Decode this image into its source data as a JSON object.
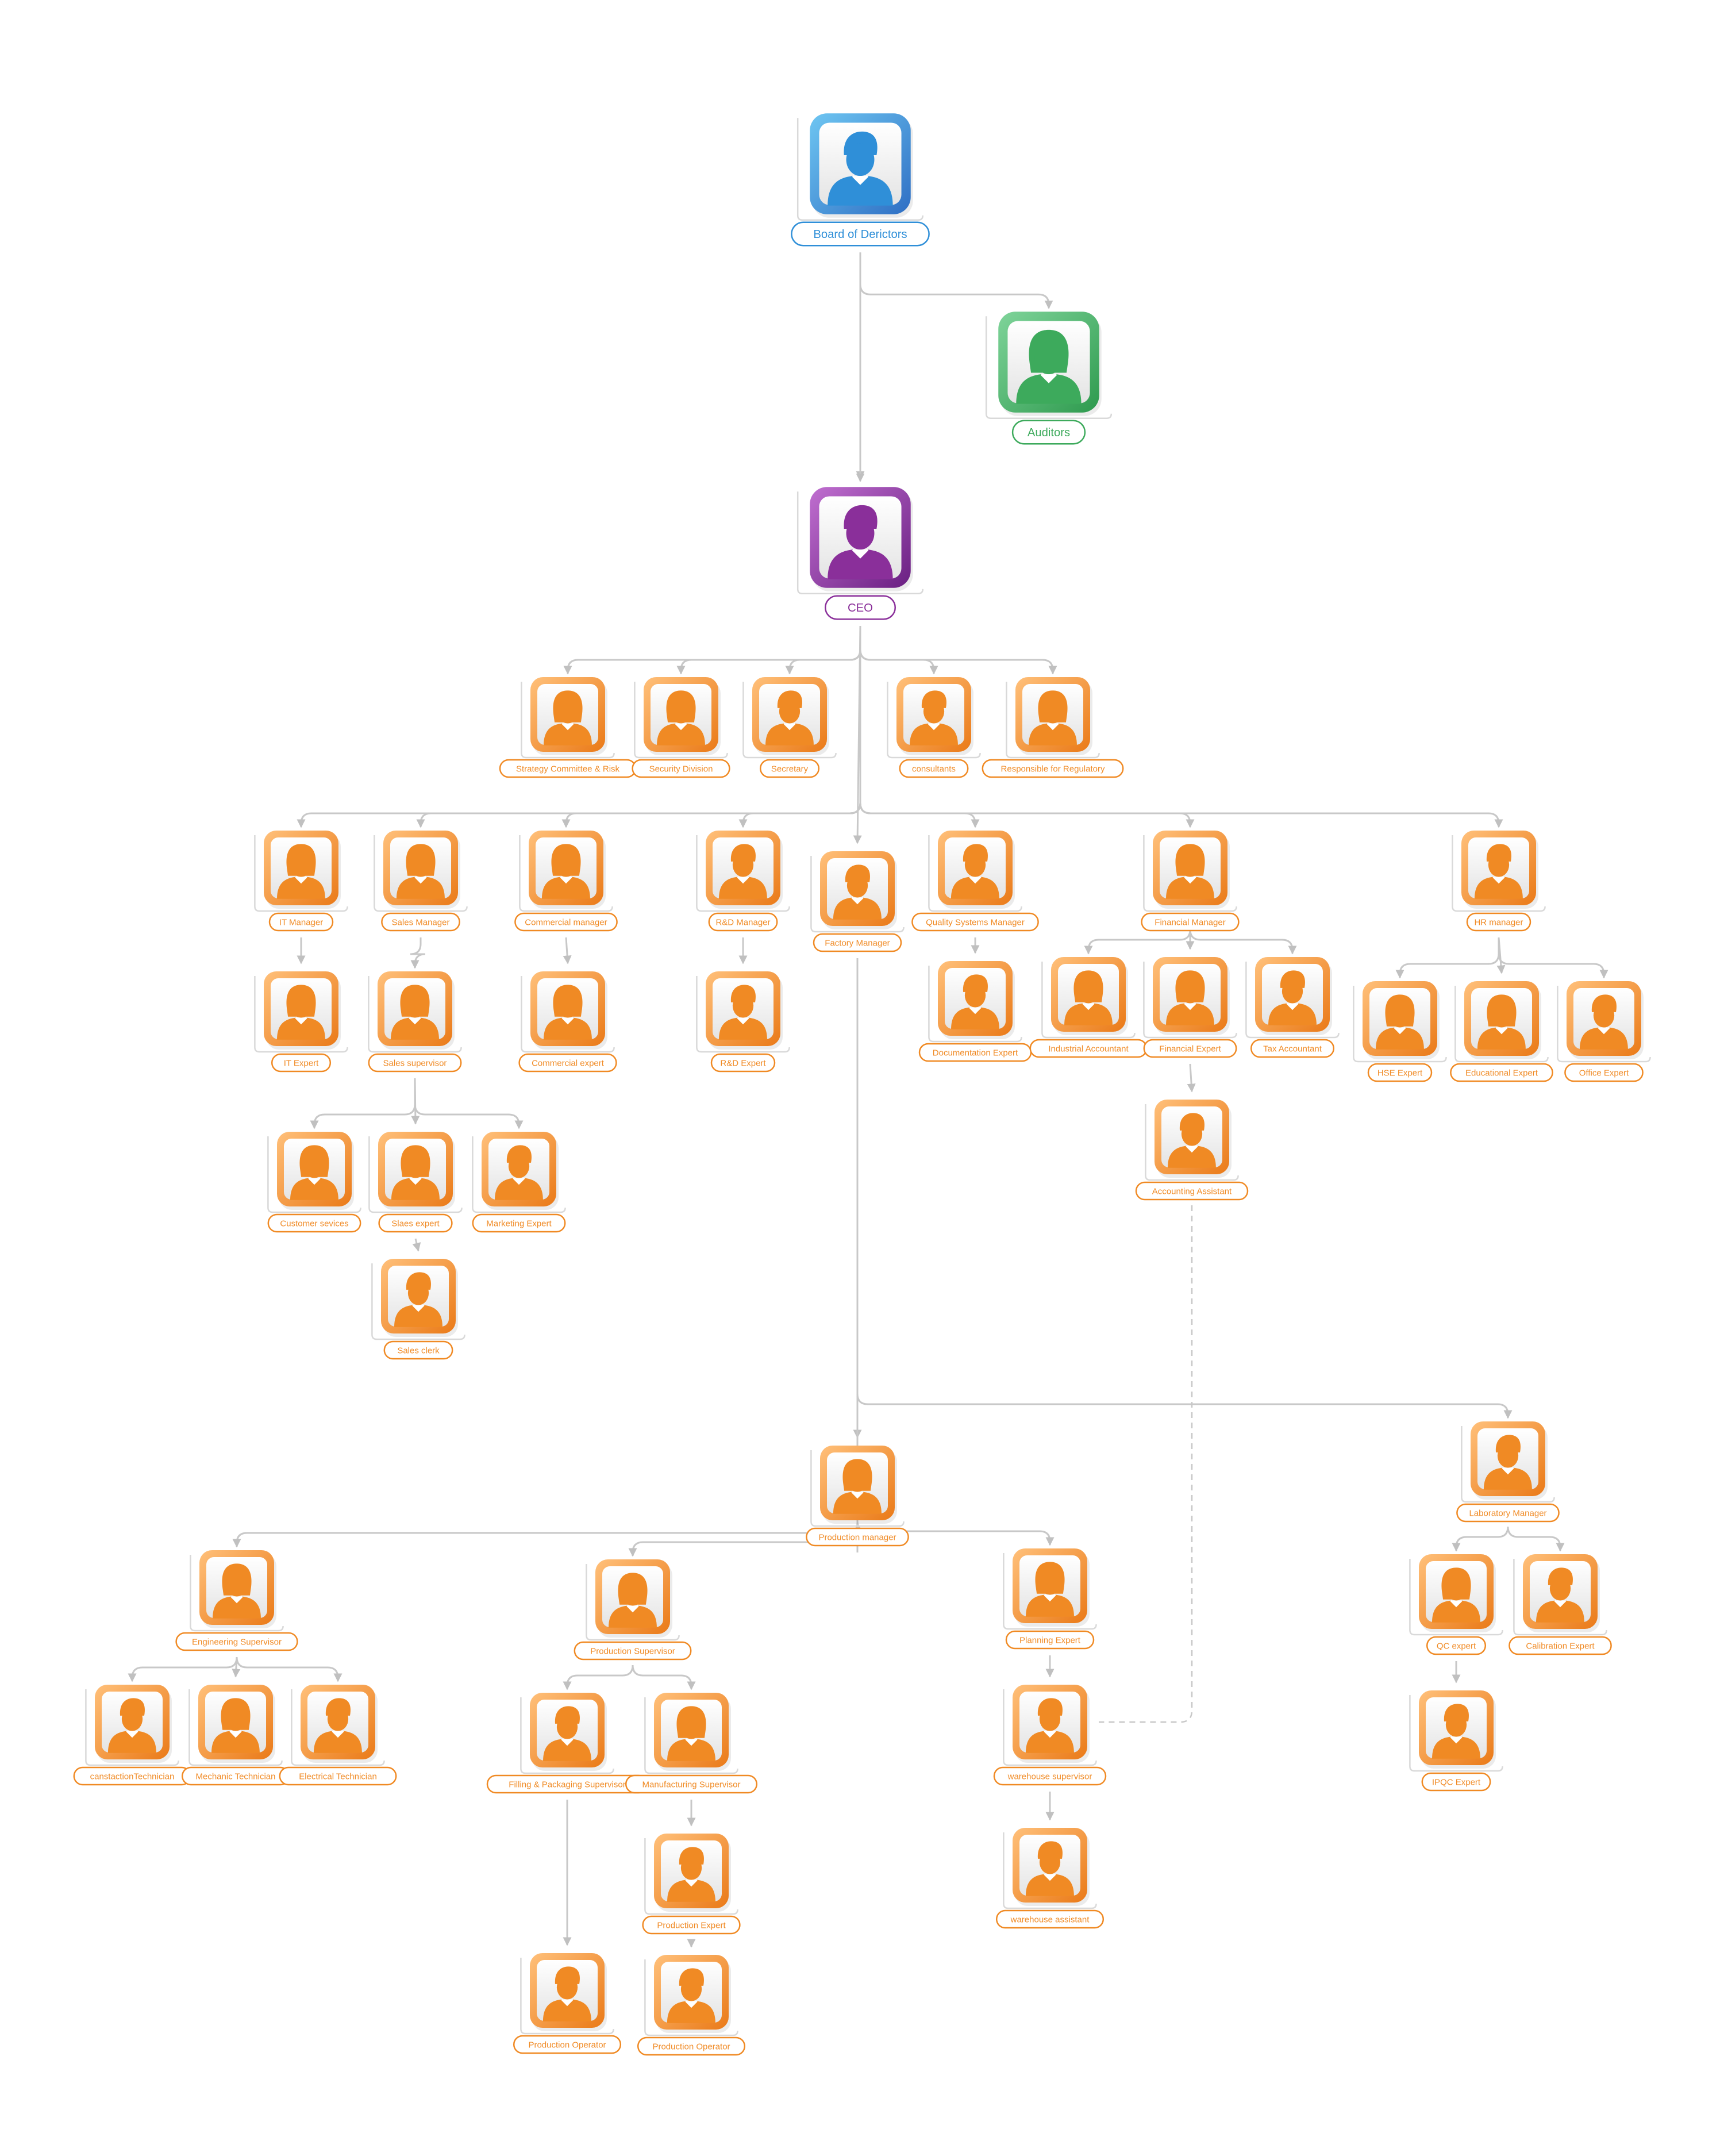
{
  "colors": {
    "blue": "#2f8fd8",
    "green": "#3daa5c",
    "purple": "#8a2f9a",
    "orange": "#f08a24",
    "line": "#c8c8c8"
  },
  "icon": "person-icon",
  "nodes": {
    "board": {
      "label": "Board of Derictors",
      "tone": "blue",
      "gender": "m"
    },
    "auditors": {
      "label": "Auditors",
      "tone": "green",
      "gender": "f"
    },
    "ceo": {
      "label": "CEO",
      "tone": "purple",
      "gender": "m"
    },
    "strategy": {
      "label": "Strategy Committee & Risk",
      "tone": "orange",
      "gender": "f"
    },
    "security": {
      "label": "Security Division",
      "tone": "orange",
      "gender": "f"
    },
    "secretary": {
      "label": "Secretary",
      "tone": "orange",
      "gender": "m"
    },
    "consultants": {
      "label": "consultants",
      "tone": "orange",
      "gender": "m"
    },
    "regulatory": {
      "label": "Responsible for Regulatory",
      "tone": "orange",
      "gender": "f"
    },
    "it_manager": {
      "label": "IT Manager",
      "tone": "orange",
      "gender": "f"
    },
    "sales_manager": {
      "label": "Sales Manager",
      "tone": "orange",
      "gender": "f"
    },
    "commercial_manager": {
      "label": "Commercial manager",
      "tone": "orange",
      "gender": "f"
    },
    "rd_manager": {
      "label": "R&D Manager",
      "tone": "orange",
      "gender": "m"
    },
    "factory_manager": {
      "label": "Factory Manager",
      "tone": "orange",
      "gender": "m"
    },
    "qs_manager": {
      "label": "Quality Systems Manager",
      "tone": "orange",
      "gender": "m"
    },
    "financial_manager": {
      "label": "Financial Manager",
      "tone": "orange",
      "gender": "f"
    },
    "hr_manager": {
      "label": "HR manager",
      "tone": "orange",
      "gender": "m"
    },
    "it_expert": {
      "label": "IT Expert",
      "tone": "orange",
      "gender": "f"
    },
    "sales_supervisor": {
      "label": "Sales supervisor",
      "tone": "orange",
      "gender": "f"
    },
    "commercial_expert": {
      "label": "Commercial expert",
      "tone": "orange",
      "gender": "f"
    },
    "rd_expert": {
      "label": "R&D Expert",
      "tone": "orange",
      "gender": "m"
    },
    "documentation_expert": {
      "label": "Documentation Expert",
      "tone": "orange",
      "gender": "m"
    },
    "industrial_accountant": {
      "label": "Industrial Accountant",
      "tone": "orange",
      "gender": "f"
    },
    "financial_expert": {
      "label": "Financial Expert",
      "tone": "orange",
      "gender": "f"
    },
    "tax_accountant": {
      "label": "Tax Accountant",
      "tone": "orange",
      "gender": "m"
    },
    "hse_expert": {
      "label": "HSE Expert",
      "tone": "orange",
      "gender": "f"
    },
    "educational_expert": {
      "label": "Educational Expert",
      "tone": "orange",
      "gender": "f"
    },
    "office_expert": {
      "label": "Office Expert",
      "tone": "orange",
      "gender": "m"
    },
    "customer_services": {
      "label": "Customer sevices",
      "tone": "orange",
      "gender": "f"
    },
    "slaes_expert": {
      "label": "Slaes expert",
      "tone": "orange",
      "gender": "f"
    },
    "marketing_expert": {
      "label": "Marketing Expert",
      "tone": "orange",
      "gender": "m"
    },
    "accounting_assistant": {
      "label": "Accounting Assistant",
      "tone": "orange",
      "gender": "m"
    },
    "sales_clerk": {
      "label": "Sales clerk",
      "tone": "orange",
      "gender": "m"
    },
    "production_manager": {
      "label": "Production manager",
      "tone": "orange",
      "gender": "f"
    },
    "laboratory_manager": {
      "label": "Laboratory Manager",
      "tone": "orange",
      "gender": "m"
    },
    "engineering_supervisor": {
      "label": "Engineering Supervisor",
      "tone": "orange",
      "gender": "f"
    },
    "production_supervisor": {
      "label": "Production Supervisor",
      "tone": "orange",
      "gender": "f"
    },
    "planning_expert": {
      "label": "Planning Expert",
      "tone": "orange",
      "gender": "f"
    },
    "qc_expert": {
      "label": "QC expert",
      "tone": "orange",
      "gender": "f"
    },
    "calibration_expert": {
      "label": "Calibration Expert",
      "tone": "orange",
      "gender": "m"
    },
    "construction_technician": {
      "label": "canstactionTechnician",
      "tone": "orange",
      "gender": "m"
    },
    "mechanic_technician": {
      "label": "Mechanic Technician",
      "tone": "orange",
      "gender": "f"
    },
    "electrical_technician": {
      "label": "Electrical Technician",
      "tone": "orange",
      "gender": "m"
    },
    "filling_supervisor": {
      "label": "Filling & Packaging Supervisor",
      "tone": "orange",
      "gender": "m"
    },
    "manufacturing_supervisor": {
      "label": "Manufacturing Supervisor",
      "tone": "orange",
      "gender": "f"
    },
    "warehouse_supervisor": {
      "label": "warehouse supervisor",
      "tone": "orange",
      "gender": "m"
    },
    "ipqc_expert": {
      "label": "IPQC Expert",
      "tone": "orange",
      "gender": "m"
    },
    "production_expert": {
      "label": "Production Expert",
      "tone": "orange",
      "gender": "m"
    },
    "warehouse_assistant": {
      "label": "warehouse assistant",
      "tone": "orange",
      "gender": "m"
    },
    "production_operator_1": {
      "label": "Production Operator",
      "tone": "orange",
      "gender": "m"
    },
    "production_operator_2": {
      "label": "Production Operator",
      "tone": "orange",
      "gender": "m"
    }
  },
  "links": [
    {
      "from": "board",
      "to": "ceo"
    },
    {
      "from": "board",
      "to": "auditors"
    },
    {
      "from": "ceo",
      "to": "strategy"
    },
    {
      "from": "ceo",
      "to": "security"
    },
    {
      "from": "ceo",
      "to": "secretary"
    },
    {
      "from": "ceo",
      "to": "consultants"
    },
    {
      "from": "ceo",
      "to": "regulatory"
    },
    {
      "from": "ceo",
      "to": "factory_manager"
    },
    {
      "from": "ceo",
      "to": "it_manager"
    },
    {
      "from": "ceo",
      "to": "sales_manager"
    },
    {
      "from": "ceo",
      "to": "commercial_manager"
    },
    {
      "from": "ceo",
      "to": "rd_manager"
    },
    {
      "from": "ceo",
      "to": "qs_manager"
    },
    {
      "from": "ceo",
      "to": "financial_manager"
    },
    {
      "from": "ceo",
      "to": "hr_manager"
    },
    {
      "from": "it_manager",
      "to": "it_expert"
    },
    {
      "from": "sales_manager",
      "to": "sales_supervisor"
    },
    {
      "from": "commercial_manager",
      "to": "commercial_expert"
    },
    {
      "from": "rd_manager",
      "to": "rd_expert"
    },
    {
      "from": "qs_manager",
      "to": "documentation_expert"
    },
    {
      "from": "financial_manager",
      "to": "industrial_accountant"
    },
    {
      "from": "financial_manager",
      "to": "financial_expert"
    },
    {
      "from": "financial_manager",
      "to": "tax_accountant"
    },
    {
      "from": "hr_manager",
      "to": "hse_expert"
    },
    {
      "from": "hr_manager",
      "to": "educational_expert"
    },
    {
      "from": "hr_manager",
      "to": "office_expert"
    },
    {
      "from": "sales_supervisor",
      "to": "customer_services"
    },
    {
      "from": "sales_supervisor",
      "to": "slaes_expert"
    },
    {
      "from": "sales_supervisor",
      "to": "marketing_expert"
    },
    {
      "from": "slaes_expert",
      "to": "sales_clerk"
    },
    {
      "from": "financial_expert",
      "to": "accounting_assistant"
    },
    {
      "from": "factory_manager",
      "to": "production_manager"
    },
    {
      "from": "factory_manager",
      "to": "engineering_supervisor"
    },
    {
      "from": "factory_manager",
      "to": "laboratory_manager"
    },
    {
      "from": "production_manager",
      "to": "production_supervisor"
    },
    {
      "from": "production_manager",
      "to": "planning_expert"
    },
    {
      "from": "engineering_supervisor",
      "to": "construction_technician"
    },
    {
      "from": "engineering_supervisor",
      "to": "mechanic_technician"
    },
    {
      "from": "engineering_supervisor",
      "to": "electrical_technician"
    },
    {
      "from": "production_supervisor",
      "to": "filling_supervisor"
    },
    {
      "from": "production_supervisor",
      "to": "manufacturing_supervisor"
    },
    {
      "from": "filling_supervisor",
      "to": "production_operator_1"
    },
    {
      "from": "manufacturing_supervisor",
      "to": "production_expert"
    },
    {
      "from": "production_expert",
      "to": "production_operator_2"
    },
    {
      "from": "planning_expert",
      "to": "warehouse_supervisor"
    },
    {
      "from": "warehouse_supervisor",
      "to": "warehouse_assistant"
    },
    {
      "from": "laboratory_manager",
      "to": "qc_expert"
    },
    {
      "from": "laboratory_manager",
      "to": "calibration_expert"
    },
    {
      "from": "qc_expert",
      "to": "ipqc_expert"
    },
    {
      "from": "accounting_assistant",
      "to": "warehouse_supervisor",
      "style": "dashed"
    }
  ]
}
